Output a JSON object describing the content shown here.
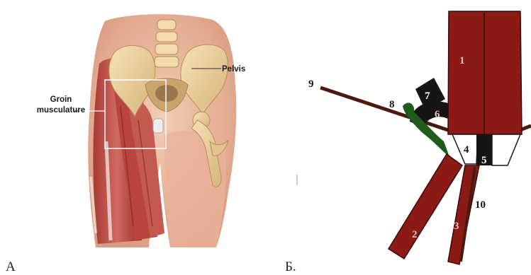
{
  "panel_a": {
    "letter": "A",
    "label_groin": [
      "Groin",
      "musculature"
    ],
    "label_pelvis": "Pelvis"
  },
  "panel_b": {
    "letter": "Б.",
    "numbers": {
      "n1": "1",
      "n2": "2",
      "n3": "3",
      "n4": "4",
      "n5": "5",
      "n6": "6",
      "n7": "7",
      "n8": "8",
      "n9": "9",
      "n10": "10"
    },
    "colors": {
      "muscle": "#8b1a14",
      "tendon": "#4a1a0e",
      "ligament": "#1f5c1a",
      "bone_block": "#151515"
    }
  }
}
